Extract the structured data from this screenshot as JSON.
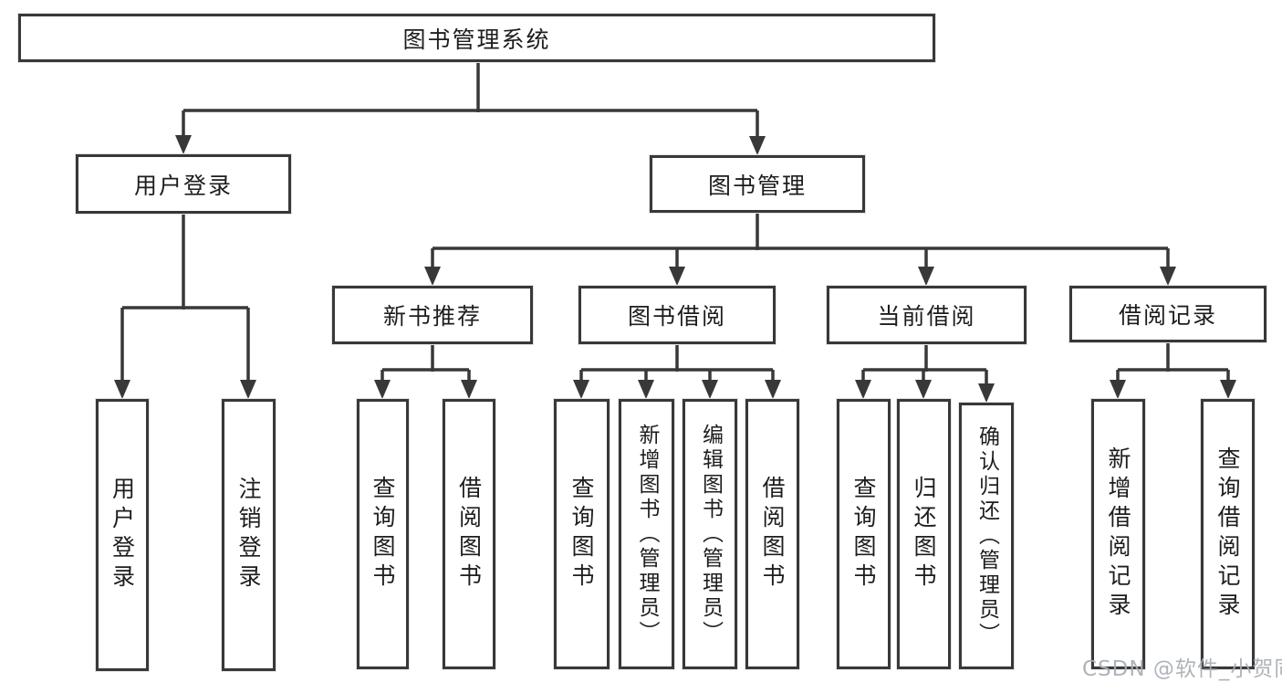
{
  "diagram_title": "图书管理系统",
  "nodes": {
    "root": "图书管理系统",
    "user_login": "用户登录",
    "book_mgmt": "图书管理",
    "new_book_rec": "新书推荐",
    "book_borrow": "图书借阅",
    "current_borrow": "当前借阅",
    "borrow_records": "借阅记录",
    "leaf_user_login": "用户登录",
    "leaf_logout": "注销登录",
    "leaf_query_books_a": "查询图书",
    "leaf_borrow_books_a": "借阅图书",
    "leaf_query_books_b": "查询图书",
    "leaf_add_books_admin": "新增图书（管理员）",
    "leaf_edit_books_admin": "编辑图书（管理员）",
    "leaf_borrow_books_b": "借阅图书",
    "leaf_query_books_c": "查询图书",
    "leaf_return_books": "归还图书",
    "leaf_confirm_return_admin": "确认归还（管理员）",
    "leaf_add_borrow_record": "新增借阅记录",
    "leaf_query_borrow_record": "查询借阅记录"
  },
  "hierarchy": {
    "图书管理系统": {
      "用户登录": [
        "用户登录",
        "注销登录"
      ],
      "图书管理": {
        "新书推荐": [
          "查询图书",
          "借阅图书"
        ],
        "图书借阅": [
          "查询图书",
          "新增图书（管理员）",
          "编辑图书（管理员）",
          "借阅图书"
        ],
        "当前借阅": [
          "查询图书",
          "归还图书",
          "确认归还（管理员）"
        ],
        "借阅记录": [
          "新增借阅记录",
          "查询借阅记录"
        ]
      }
    }
  },
  "watermark": "CSDN @软件_小贺同学",
  "colors": {
    "line": "#383838",
    "text": "#1d1d1f",
    "watermark": "#a8adb4",
    "background": "#ffffff"
  }
}
